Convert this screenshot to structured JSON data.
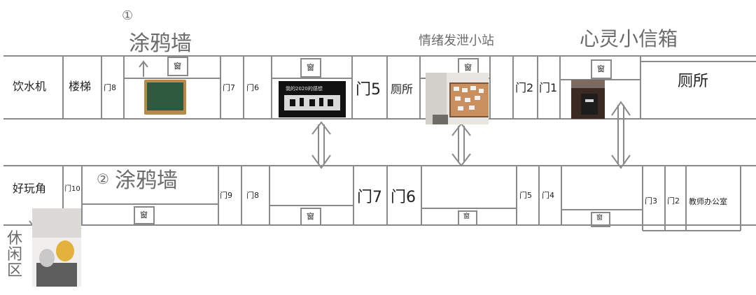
{
  "upper_corridor": {
    "water_dispenser": "饮水机",
    "stairs": "楼梯",
    "door_8": "门8",
    "door_7": "门7",
    "door_6": "门6",
    "door_5": "门5",
    "toilet_mid": "厕所",
    "door_2": "门2",
    "door_1": "门1",
    "toilet_right": "厕所",
    "windows": [
      "窗",
      "窗",
      "窗",
      "窗"
    ]
  },
  "lower_corridor": {
    "fun_corner": "好玩角",
    "door_10": "门10",
    "door_9": "门9",
    "door_8": "门8",
    "door_7": "门7",
    "door_6": "门6",
    "door_5": "门5",
    "door_4": "门4",
    "door_3": "门3",
    "door_2": "门2",
    "teacher_office": "教师办公室",
    "windows": [
      "窗",
      "窗",
      "窗",
      "窗"
    ]
  },
  "annotations": {
    "graffiti_wall_1_num": "①",
    "graffiti_wall_1": "涂鸦墙",
    "graffiti_wall_2_num": "②",
    "graffiti_wall_2": "涂鸦墙",
    "emotion_station": "情绪发泄小站",
    "mind_mailbox": "心灵小信箱",
    "rest_area": "休闲区"
  },
  "board_text": "我的2020的感想",
  "colors": {
    "line": "#8a8a8a",
    "board_green": "#2f5a3f",
    "board_frame": "#b58a4a",
    "cork": "#c98f5f"
  }
}
